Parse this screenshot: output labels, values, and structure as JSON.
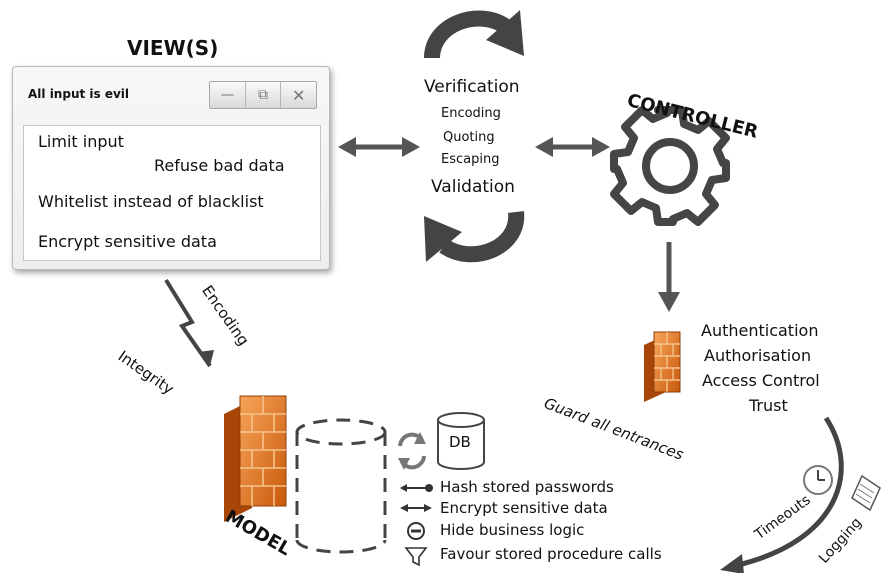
{
  "view": {
    "title": "VIEW(S)",
    "window": {
      "title": "All input is evil",
      "buttons": [
        "minimize-icon",
        "restore-icon",
        "close-icon"
      ],
      "lines": [
        "Limit input",
        "Refuse bad data",
        "Whitelist instead of blacklist",
        "Encrypt sensitive data"
      ]
    }
  },
  "center": {
    "verification": "Verification",
    "items": [
      "Encoding",
      "Quoting",
      "Escaping"
    ],
    "validation": "Validation"
  },
  "controller": {
    "title": "CONTROLLER",
    "checks": [
      "Authentication",
      "Authorisation",
      "Access Control",
      "Trust"
    ]
  },
  "left_labels": {
    "encoding": "Encoding",
    "integrity": "Integrity"
  },
  "guard": "Guard all entrances",
  "model": {
    "title": "MODEL",
    "db_label": "DB",
    "items": [
      {
        "icon": "pin-arrow-icon",
        "text": "Hash stored passwords"
      },
      {
        "icon": "double-arrow-icon",
        "text": "Encrypt sensitive data"
      },
      {
        "icon": "minus-circle-icon",
        "text": "Hide business logic"
      },
      {
        "icon": "funnel-icon",
        "text": "Favour stored procedure calls"
      }
    ]
  },
  "bottom_right": {
    "timeouts": "Timeouts",
    "logging": "Logging"
  },
  "colors": {
    "arrow": "#555555",
    "firewall": "#e77b1e",
    "text": "#111111"
  }
}
